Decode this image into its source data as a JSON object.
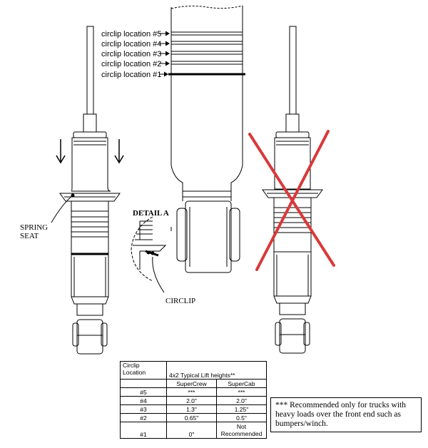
{
  "labels": {
    "circlip5": "circlip location #5",
    "circlip4": "circlip location #4",
    "circlip3": "circlip location #3",
    "circlip2": "circlip location #2",
    "circlip1": "circlip location #1",
    "spring_seat_line1": "SPRING",
    "spring_seat_line2": "SEAT",
    "detail": "DETAIL A",
    "circlip": "CIRCLIP"
  },
  "table": {
    "header_line1": "Circlip",
    "header_line2": "Location",
    "title": "4x2 Typical Lift heights**",
    "col1": "SuperCrew",
    "col2": "SuperCab",
    "rows": [
      {
        "loc": "#5",
        "crew": "***",
        "cab": "***"
      },
      {
        "loc": "#4",
        "crew": "2.0\"",
        "cab": "2.0\""
      },
      {
        "loc": "#3",
        "crew": "1.3\"",
        "cab": "1.25\""
      },
      {
        "loc": "#2",
        "crew": "0.65\"",
        "cab": "0.5\""
      },
      {
        "loc": "#1",
        "crew": "0\"",
        "cab_line1": "Not",
        "cab_line2": "Recommended"
      }
    ]
  },
  "note": "*** Recommended only for trucks with heavy loads over the front end such as bumpers/winch.",
  "colors": {
    "cross": "#d8393a",
    "line": "#000000"
  }
}
